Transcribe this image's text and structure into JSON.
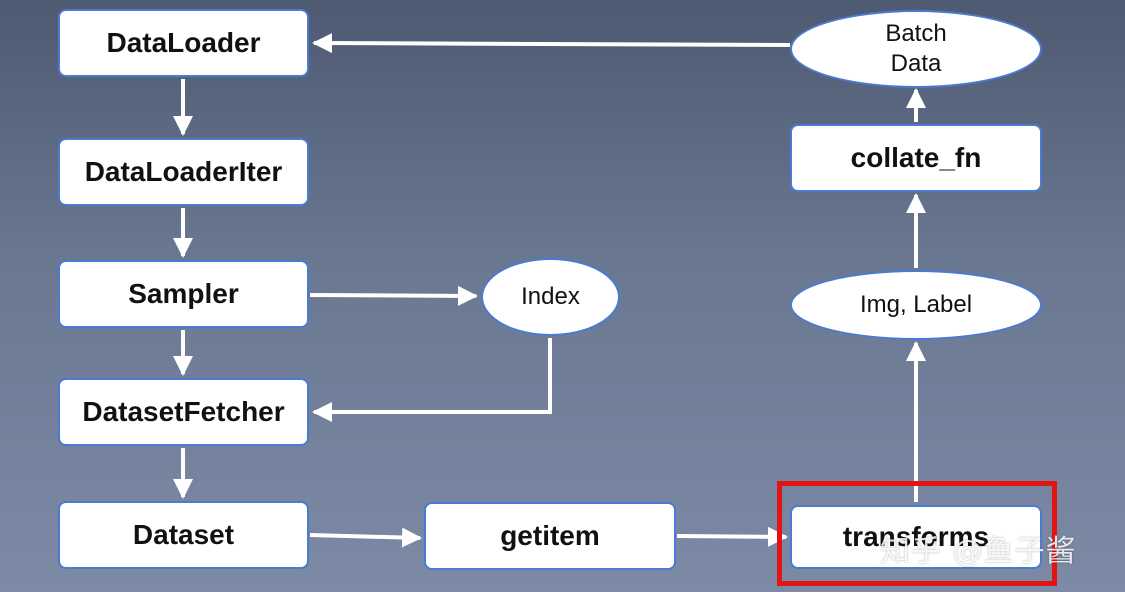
{
  "nodes": {
    "dataloader": "DataLoader",
    "dataloaderiter": "DataLoaderIter",
    "sampler": "Sampler",
    "datasetfetcher": "DatasetFetcher",
    "dataset": "Dataset",
    "index": "Index",
    "getitem": "getitem",
    "transforms": "transforms",
    "img_label": "Img, Label",
    "collate_fn": "collate_fn",
    "batch_data_line1": "Batch",
    "batch_data_line2": "Data"
  },
  "watermark": "知乎 @鱼子酱",
  "colors": {
    "node_fill": "#ffffff",
    "node_border": "#4a7bd0",
    "arrow": "#ffffff",
    "highlight": "#e31414"
  }
}
